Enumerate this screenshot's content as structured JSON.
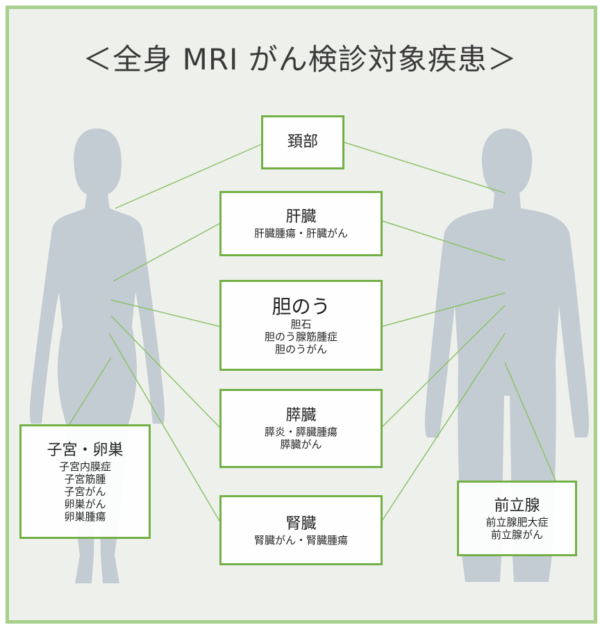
{
  "title": "＜全身 MRI がん検診対象疾患＞",
  "colors": {
    "border": "#a8cf8c",
    "box_border": "#72b045",
    "silhouette": "#c3ccd2",
    "line": "#8cc26a"
  },
  "boxes": {
    "neck": {
      "heading": "頚部",
      "items": []
    },
    "liver": {
      "heading": "肝臓",
      "items": [
        "肝臓腫瘍・肝臓がん"
      ]
    },
    "gallbladder": {
      "heading": "胆のう",
      "items": [
        "胆石",
        "胆のう腺筋腫症",
        "胆のうがん"
      ]
    },
    "pancreas": {
      "heading": "膵臓",
      "items": [
        "膵炎・膵臓腫瘍",
        "膵臓がん"
      ]
    },
    "kidney": {
      "heading": "腎臓",
      "items": [
        "腎臓がん・腎臓腫瘍"
      ]
    },
    "uterus_ovary": {
      "heading": "子宮・卵巣",
      "items": [
        "子宮内膜症",
        "子宮筋腫",
        "子宮がん",
        "卵巣がん",
        "卵巣腫瘍"
      ]
    },
    "prostate": {
      "heading": "前立腺",
      "items": [
        "前立腺肥大症",
        "前立腺がん"
      ]
    }
  }
}
